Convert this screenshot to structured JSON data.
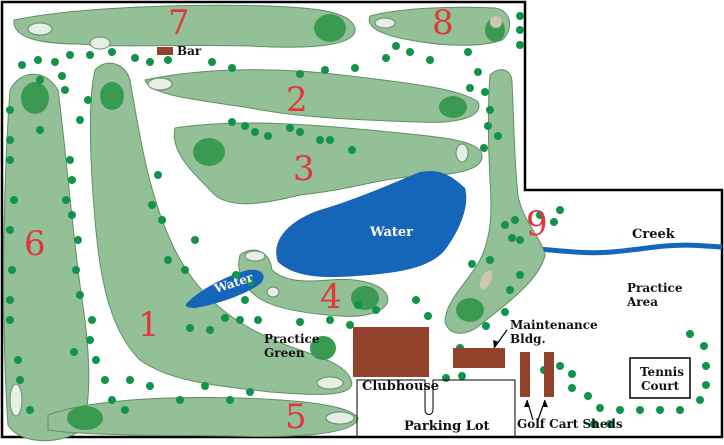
{
  "colors": {
    "fairway": "#94c097",
    "fairway_stroke": "#5f8f63",
    "green": "#3a9a52",
    "tree": "#12924a",
    "water": "#1566b8",
    "building": "#93432c",
    "sand": "#cfc7ad",
    "hole_number": "#e2363b",
    "boundary": "#000000"
  },
  "holes": [
    "1",
    "2",
    "3",
    "4",
    "5",
    "6",
    "7",
    "8",
    "9"
  ],
  "labels": {
    "bar": "Bar",
    "water_large": "Water",
    "water_small": "Water",
    "creek": "Creek",
    "practice_area_line1": "Practice",
    "practice_area_line2": "Area",
    "practice_green_line1": "Practice",
    "practice_green_line2": "Green",
    "clubhouse": "Clubhouse",
    "maintenance_line1": "Maintenance",
    "maintenance_line2": "Bldg.",
    "parking_lot": "Parking Lot",
    "golf_cart_sheds": "Golf Cart Sheds",
    "tennis_line1": "Tennis",
    "tennis_line2": "Court"
  }
}
